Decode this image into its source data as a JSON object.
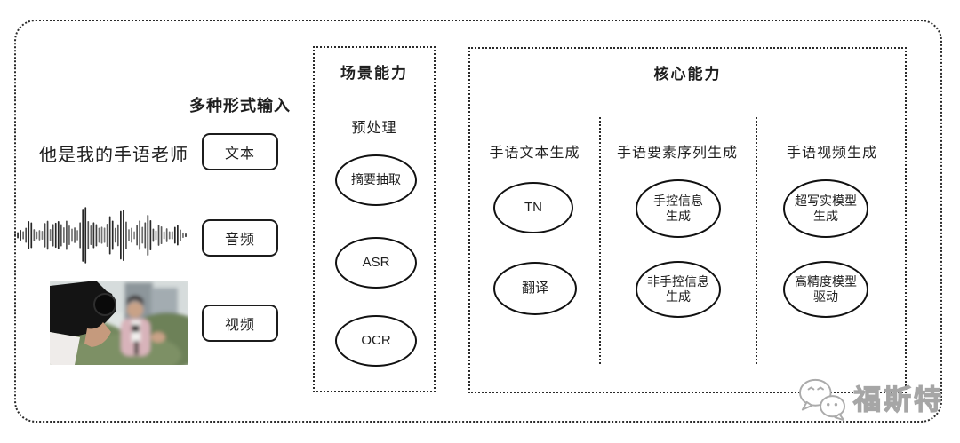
{
  "diagram": {
    "input": {
      "label": "多种形式输入",
      "sample_text": "他是我的手语老师",
      "types": [
        {
          "label": "文本"
        },
        {
          "label": "音频"
        },
        {
          "label": "视频"
        }
      ]
    },
    "scene": {
      "title": "场景能力",
      "subtitle": "预处理",
      "nodes": [
        {
          "label": "摘要抽取"
        },
        {
          "label": "ASR"
        },
        {
          "label": "OCR"
        }
      ]
    },
    "core": {
      "title": "核心能力",
      "columns": [
        {
          "header": "手语文本生成",
          "nodes": [
            {
              "label": "TN"
            },
            {
              "label": "翻译"
            }
          ]
        },
        {
          "header": "手语要素序列生成",
          "nodes": [
            {
              "label": "手控信息\n生成"
            },
            {
              "label": "非手控信息\n生成"
            }
          ]
        },
        {
          "header": "手语视频生成",
          "nodes": [
            {
              "label": "超写实模型\n生成"
            },
            {
              "label": "高精度模型\n驱动"
            }
          ]
        }
      ]
    },
    "watermark": {
      "text": "福斯特"
    },
    "colors": {
      "line": "#2b2b2b",
      "node_border": "#111111",
      "watermark": "#a6a6a6",
      "background": "#ffffff"
    }
  }
}
